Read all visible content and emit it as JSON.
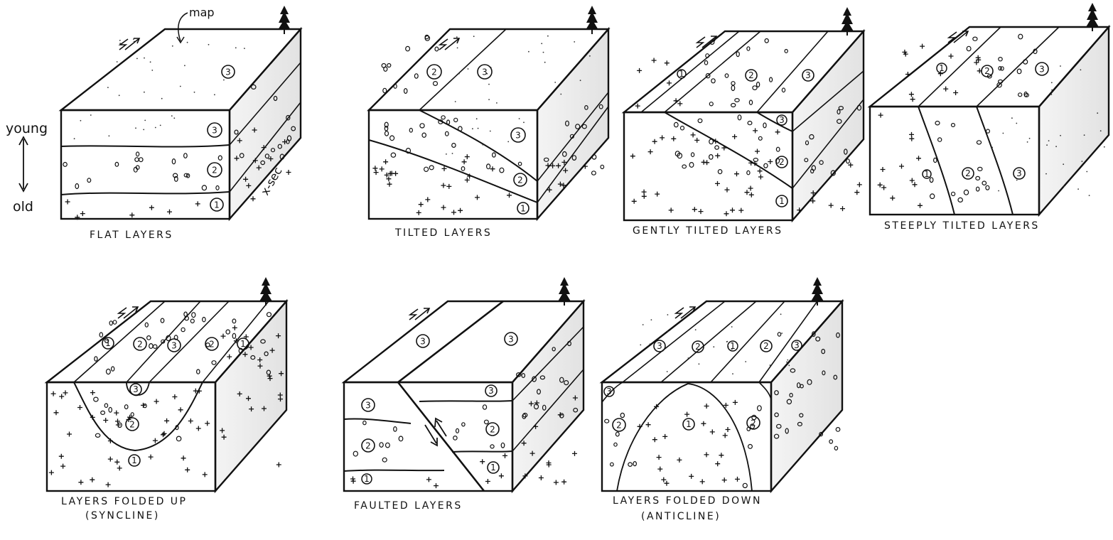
{
  "axis": {
    "top": "young",
    "bottom": "old"
  },
  "block1": {
    "caption": "FLAT LAYERS",
    "map_label": "map",
    "xsec_label": "x-sec"
  },
  "block2": {
    "caption": "TILTED LAYERS"
  },
  "block3": {
    "caption": "GENTLY TILTED LAYERS"
  },
  "block4": {
    "caption": "STEEPLY TILTED LAYERS"
  },
  "block5": {
    "caption_line1": "LAYERS FOLDED UP",
    "caption_line2": "(SYNCLINE)"
  },
  "block6": {
    "caption": "FAULTED LAYERS"
  },
  "block7": {
    "caption_line1": "LAYERS FOLDED DOWN",
    "caption_line2": "(ANTICLINE)"
  },
  "layer_numbers": {
    "one": "1",
    "two": "2",
    "three": "3"
  },
  "colors": {
    "ink": "#111111",
    "side_shade": "#e9e9e9",
    "paper": "#ffffff"
  }
}
